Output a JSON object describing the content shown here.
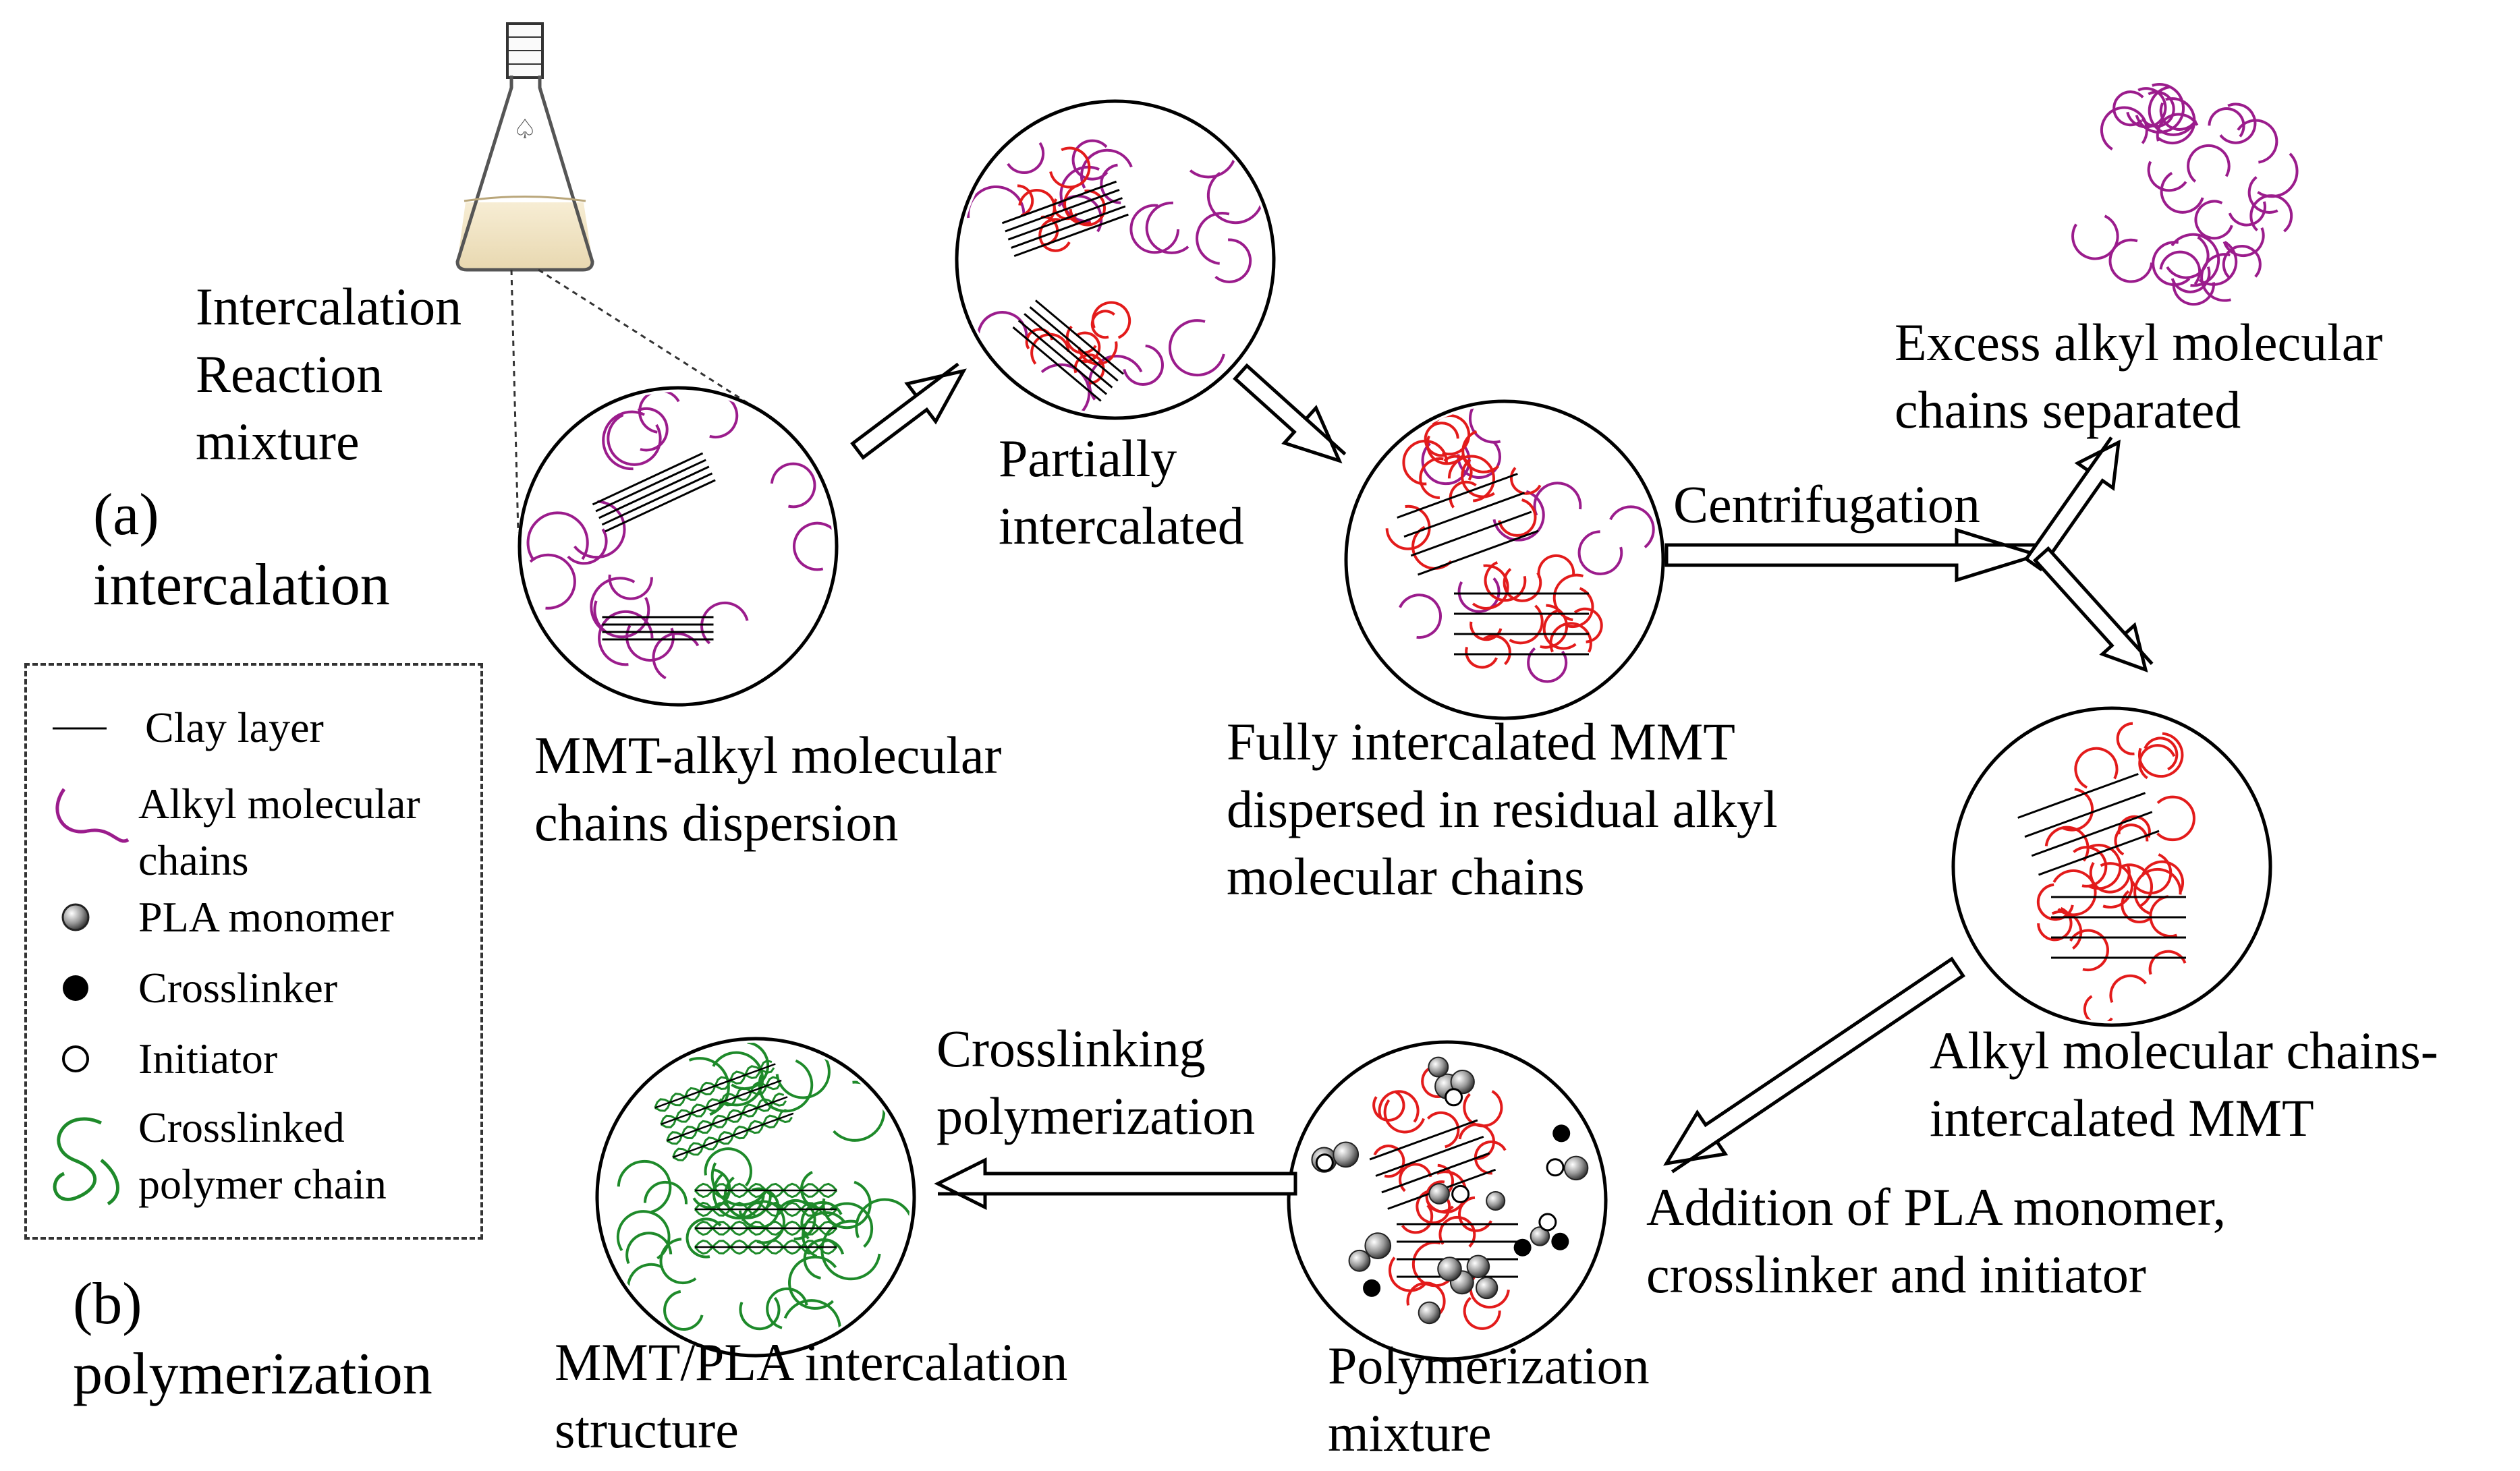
{
  "colors": {
    "alkyl": "#9b1c8c",
    "intercalated": "#e31b1b",
    "polymer": "#1e8a2a",
    "clay": "#000000"
  },
  "icons": [
    "flask-icon",
    "right-arrow-icon",
    "fork-arrow-icon",
    "diagonal-arrow-icon",
    "left-arrow-icon"
  ],
  "labels": {
    "flask_caption": [
      "Intercalation",
      "Reaction",
      "mixture"
    ],
    "panel_a": [
      "(a)",
      "intercalation"
    ],
    "panel_b": [
      "(b)",
      "polymerization"
    ],
    "stage_dispersion": [
      "MMT-alkyl molecular",
      "chains dispersion"
    ],
    "stage_partial": [
      "Partially",
      "intercalated"
    ],
    "stage_full": [
      "Fully intercalated MMT",
      "dispersed in residual alkyl",
      "molecular chains"
    ],
    "excess": [
      "Excess alkyl molecular",
      "chains separated"
    ],
    "centrifugation": "Centrifugation",
    "stage_intercalated": [
      "Alkyl molecular chains-",
      "intercalated MMT"
    ],
    "addition": [
      "Addition of PLA monomer,",
      "crosslinker and initiator"
    ],
    "stage_poly_mix": [
      "Polymerization",
      "mixture"
    ],
    "crosslinking": [
      "Crosslinking",
      "polymerization"
    ],
    "stage_final": [
      "MMT/PLA intercalation",
      "structure"
    ]
  },
  "legend": {
    "clay": "Clay layer",
    "alkyl": [
      "Alkyl molecular",
      "chains"
    ],
    "monomer": "PLA monomer",
    "crosslinker": "Crosslinker",
    "initiator": "Initiator",
    "polymer": [
      "Crosslinked",
      "polymer chain"
    ]
  }
}
